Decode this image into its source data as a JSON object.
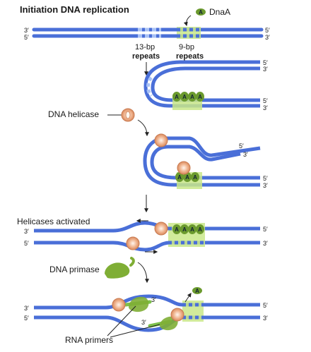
{
  "title": "Initiation DNA replication",
  "dnaa_label": "DnaA",
  "dnaa_letter": "A",
  "repeats_13_line1": "13-bp",
  "repeats_13_line2": "repeats",
  "repeats_9_line1": "9-bp",
  "repeats_9_line2": "repeats",
  "steps": {
    "helicase": "DNA helicase",
    "activated": "Helicases activated",
    "primase": "DNA primase",
    "primers": "RNA primers"
  },
  "ends": {
    "three": "3′",
    "five": "5′"
  },
  "colors": {
    "dna_strand": "#4a6fd8",
    "dna_light": "#9fb6f2",
    "repeat_band": "#c9e88a",
    "dnaa_green": "#6b9a2e",
    "helicase_ring": "#e8a07a",
    "primase": "#7fae35",
    "primer": "#7cc04a"
  }
}
